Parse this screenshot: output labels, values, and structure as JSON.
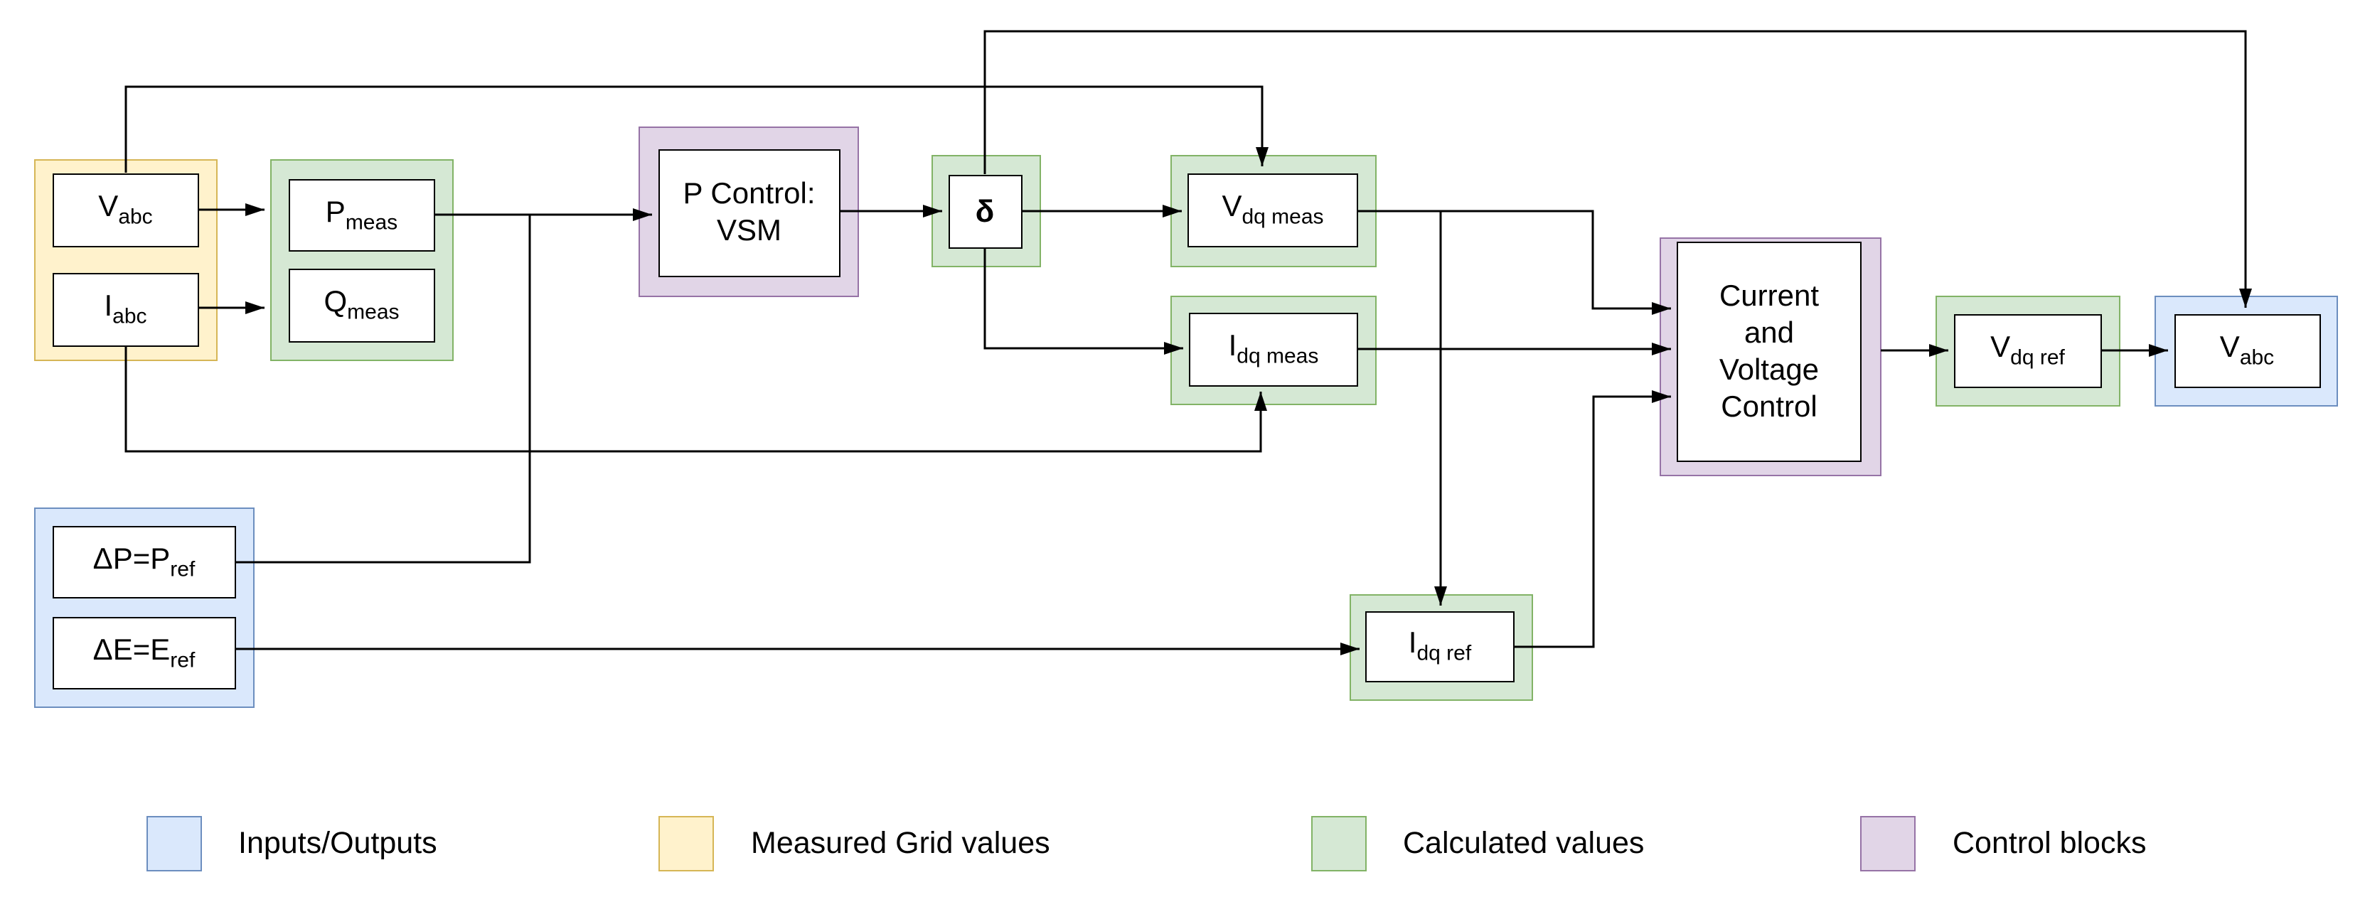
{
  "palette": {
    "blue": {
      "fill": "#dae8fc",
      "stroke": "#6c8ebf"
    },
    "yellow": {
      "fill": "#fff2cc",
      "stroke": "#d6b656"
    },
    "green": {
      "fill": "#d5e8d4",
      "stroke": "#82b366"
    },
    "purple": {
      "fill": "#e1d5e7",
      "stroke": "#9673a6"
    },
    "plain": {
      "fill": "#ffffff",
      "stroke": "#000000"
    }
  },
  "blocks": {
    "vabc_in": {
      "main": "V",
      "sub": "abc"
    },
    "iabc_in": {
      "main": "I",
      "sub": "abc"
    },
    "pmeas": {
      "main": "P",
      "sub": "meas"
    },
    "qmeas": {
      "main": "Q",
      "sub": "meas"
    },
    "pcontrol": {
      "line1": "P Control:",
      "line2": "VSM"
    },
    "delta": {
      "main": "δ"
    },
    "vdqmeas": {
      "main": "V",
      "sub": "dq meas"
    },
    "idqmeas": {
      "main": "I",
      "sub": "dq meas"
    },
    "dp_ref": {
      "main": "ΔP=P",
      "sub": "ref"
    },
    "de_ref": {
      "main": "ΔE=E",
      "sub": "ref"
    },
    "idqref": {
      "main": "I",
      "sub": "dq ref"
    },
    "cvc": {
      "lines": [
        "Current",
        "and",
        "Voltage",
        "Control"
      ]
    },
    "vdqref": {
      "main": "V",
      "sub": "dq ref"
    },
    "vabc_out": {
      "main": "V",
      "sub": "abc"
    }
  },
  "legend": [
    {
      "label": "Inputs/Outputs",
      "color_key": "blue",
      "fill": "#dae8fc",
      "stroke": "#6c8ebf"
    },
    {
      "label": "Measured Grid values",
      "color_key": "yellow",
      "fill": "#fff2cc",
      "stroke": "#d6b656"
    },
    {
      "label": "Calculated values",
      "color_key": "green",
      "fill": "#d5e8d4",
      "stroke": "#82b366"
    },
    {
      "label": "Control blocks",
      "color_key": "purple",
      "fill": "#e1d5e7",
      "stroke": "#9673a6"
    }
  ]
}
